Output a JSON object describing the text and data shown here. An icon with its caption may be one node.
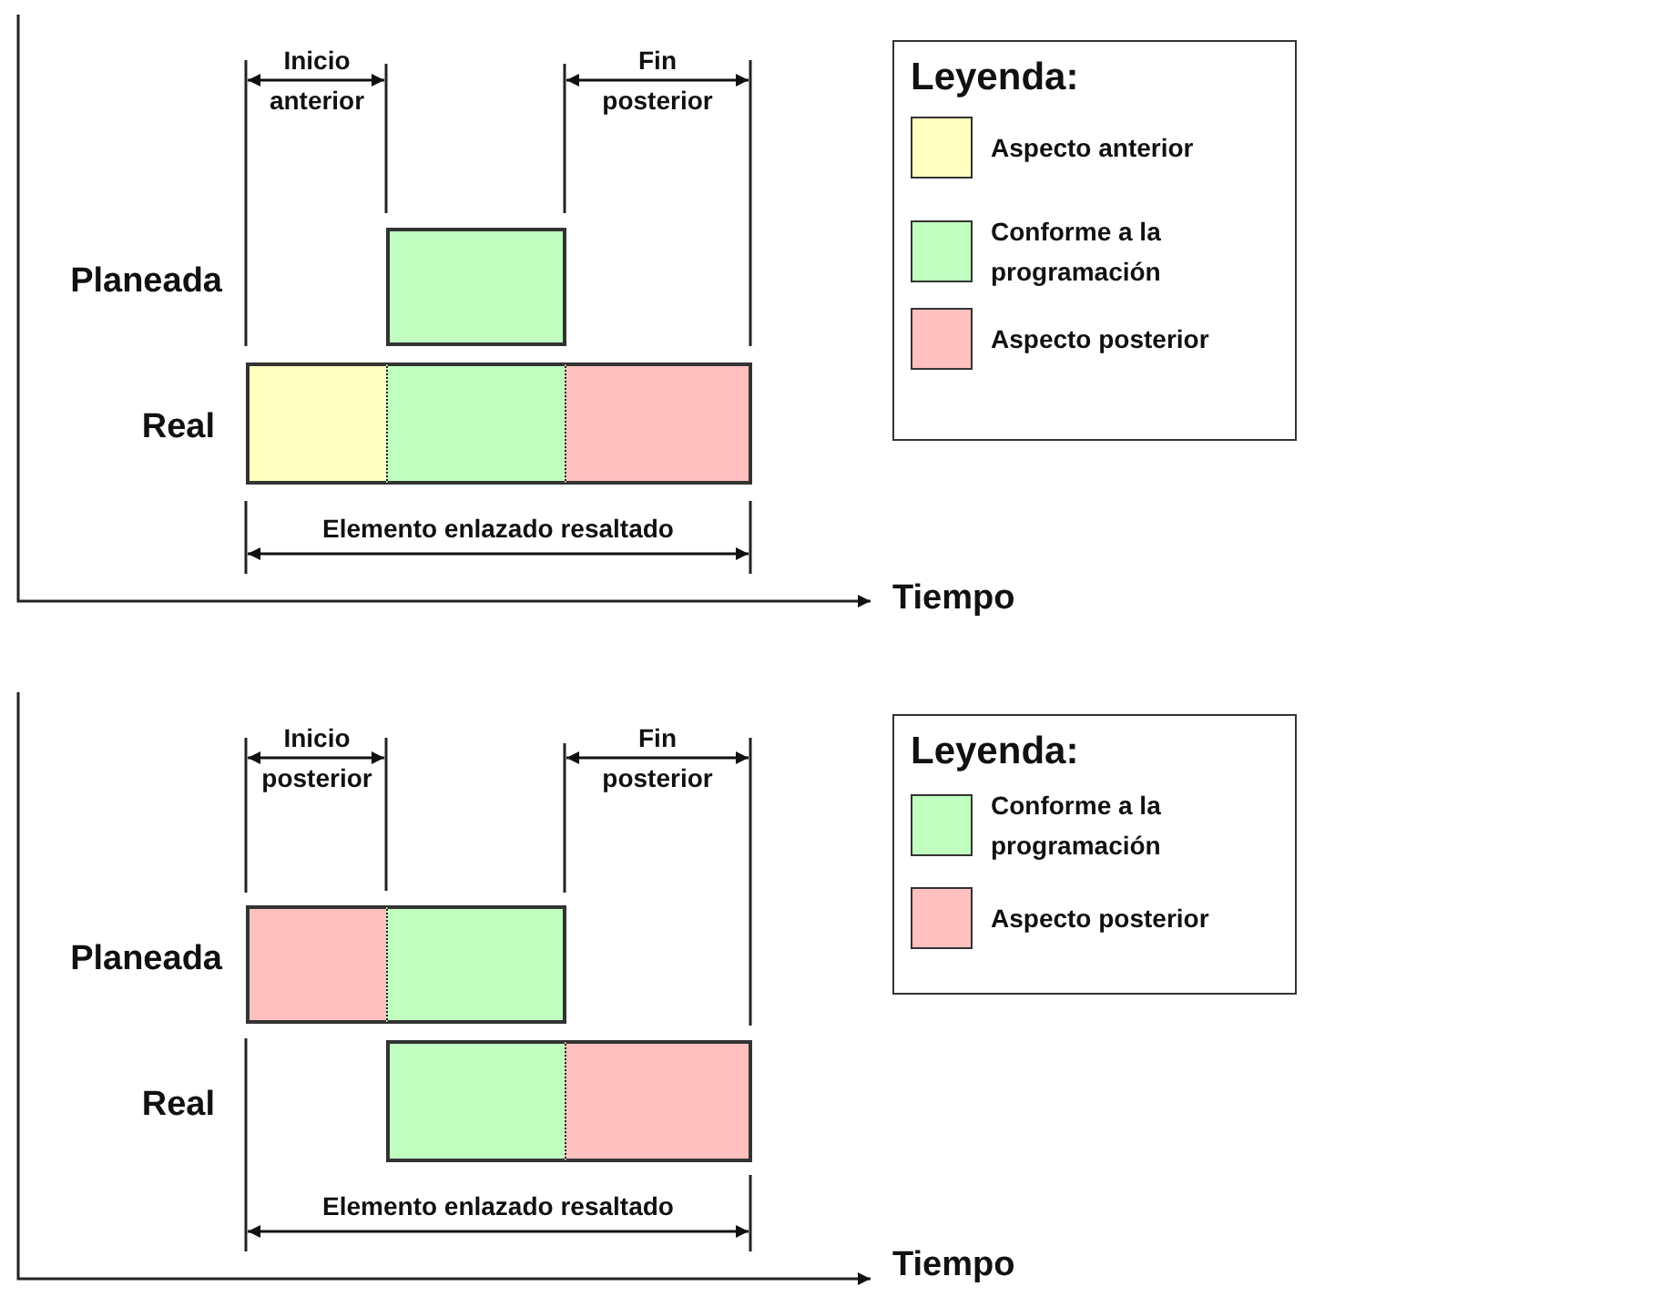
{
  "diagram": {
    "nodes": [
      {
        "text": [],
        "shape": "box"
      },
      {
        "text": [],
        "shape": "box"
      },
      {
        "text": [],
        "shape": "box"
      },
      {
        "text": [],
        "shape": "box"
      },
      {
        "text": [],
        "shape": "box"
      },
      {
        "text": [],
        "shape": "box"
      },
      {
        "text": [],
        "shape": "box"
      },
      {
        "text": [],
        "shape": "box"
      }
    ],
    "labels": [
      "Inicio anterior",
      "Fin posterior",
      "Planeada",
      "Real",
      "Elemento enlazado resaltado",
      "Tiempo",
      "Leyenda:",
      "Inicio posterior",
      "Fin posterior",
      "Planeada",
      "Real",
      "Elemento enlazado resaltado",
      "Tiempo",
      "Leyenda:"
    ],
    "legend": [
      {
        "text": "Aspecto anterior",
        "color": "#ffffc0"
      },
      {
        "text": "Conforme a la programación",
        "color": "#c0ffc0"
      },
      {
        "text": "Aspecto posterior",
        "color": "#ffc0c0"
      },
      {
        "text": "Conforme a la programación",
        "color": "#c0ffc0"
      },
      {
        "text": "Aspecto posterior",
        "color": "#ffc0c0"
      }
    ]
  }
}
